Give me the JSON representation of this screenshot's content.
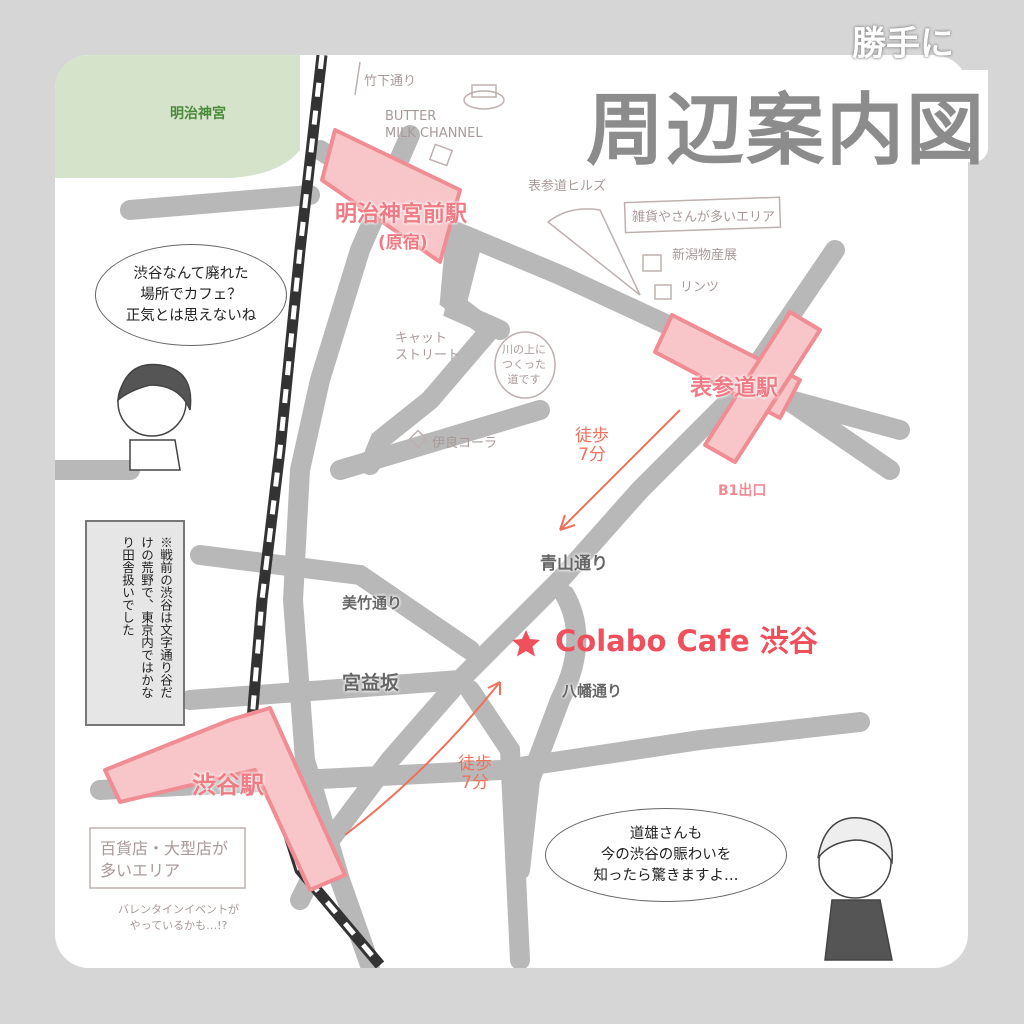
{
  "header": {
    "subtitle": "勝手に",
    "title": "周辺案内図"
  },
  "park": {
    "label": "明治神宮"
  },
  "stations": {
    "harajuku": {
      "name": "明治神宮前駅",
      "sub": "(原宿)"
    },
    "omotesando": {
      "name": "表参道駅",
      "exit": "B1出口"
    },
    "shibuya": {
      "name": "渋谷駅"
    }
  },
  "roads": {
    "aoyama": "青山通り",
    "bichiku": "美竹通り",
    "miyamasuzaka": "宮益坂",
    "hachiman": "八幡通り"
  },
  "destination": {
    "name": "Colabo Cafe 渋谷",
    "icon": "star-icon",
    "color": "#f0505c"
  },
  "walk_labels": {
    "from_omotesando": [
      "徒歩",
      "7分"
    ],
    "from_shibuya": [
      "徒歩",
      "7分"
    ]
  },
  "landmarks": {
    "takeshita": "竹下通り",
    "buttermilk": [
      "BUTTER",
      "MILK CHANNEL"
    ],
    "omotesando_hills": "表参道ヒルズ",
    "zakka_area": "雑貨やさんが多いエリア",
    "niigata": "新潟物産展",
    "lindt": "リンツ",
    "cat_street": [
      "キャット",
      "ストリート"
    ],
    "river_note": [
      "川の上に",
      "つくった",
      "道です"
    ],
    "iyo_cola": "伊良コーラ",
    "dept_area": [
      "百貨店・大型店が",
      "多いエリア"
    ],
    "valentine": [
      "バレンタインイベントが",
      "やっているかも…!?"
    ]
  },
  "bubbles": {
    "left": [
      "渋谷なんて廃れた",
      "場所でカフェ？",
      "正気とは思えないね"
    ],
    "right": [
      "道雄さんも",
      "今の渋谷の賑わいを",
      "知ったら驚きますよ…"
    ]
  },
  "note": "※戦前の渋谷は文字通り谷だけの荒野で、東京内ではかなり田舎扱いでした",
  "colors": {
    "road": "#b8b8b8",
    "station_fill": "#f8c6c9",
    "station_border": "#f08d94",
    "park": "#d5e3cb",
    "accent": "#f0505c"
  }
}
